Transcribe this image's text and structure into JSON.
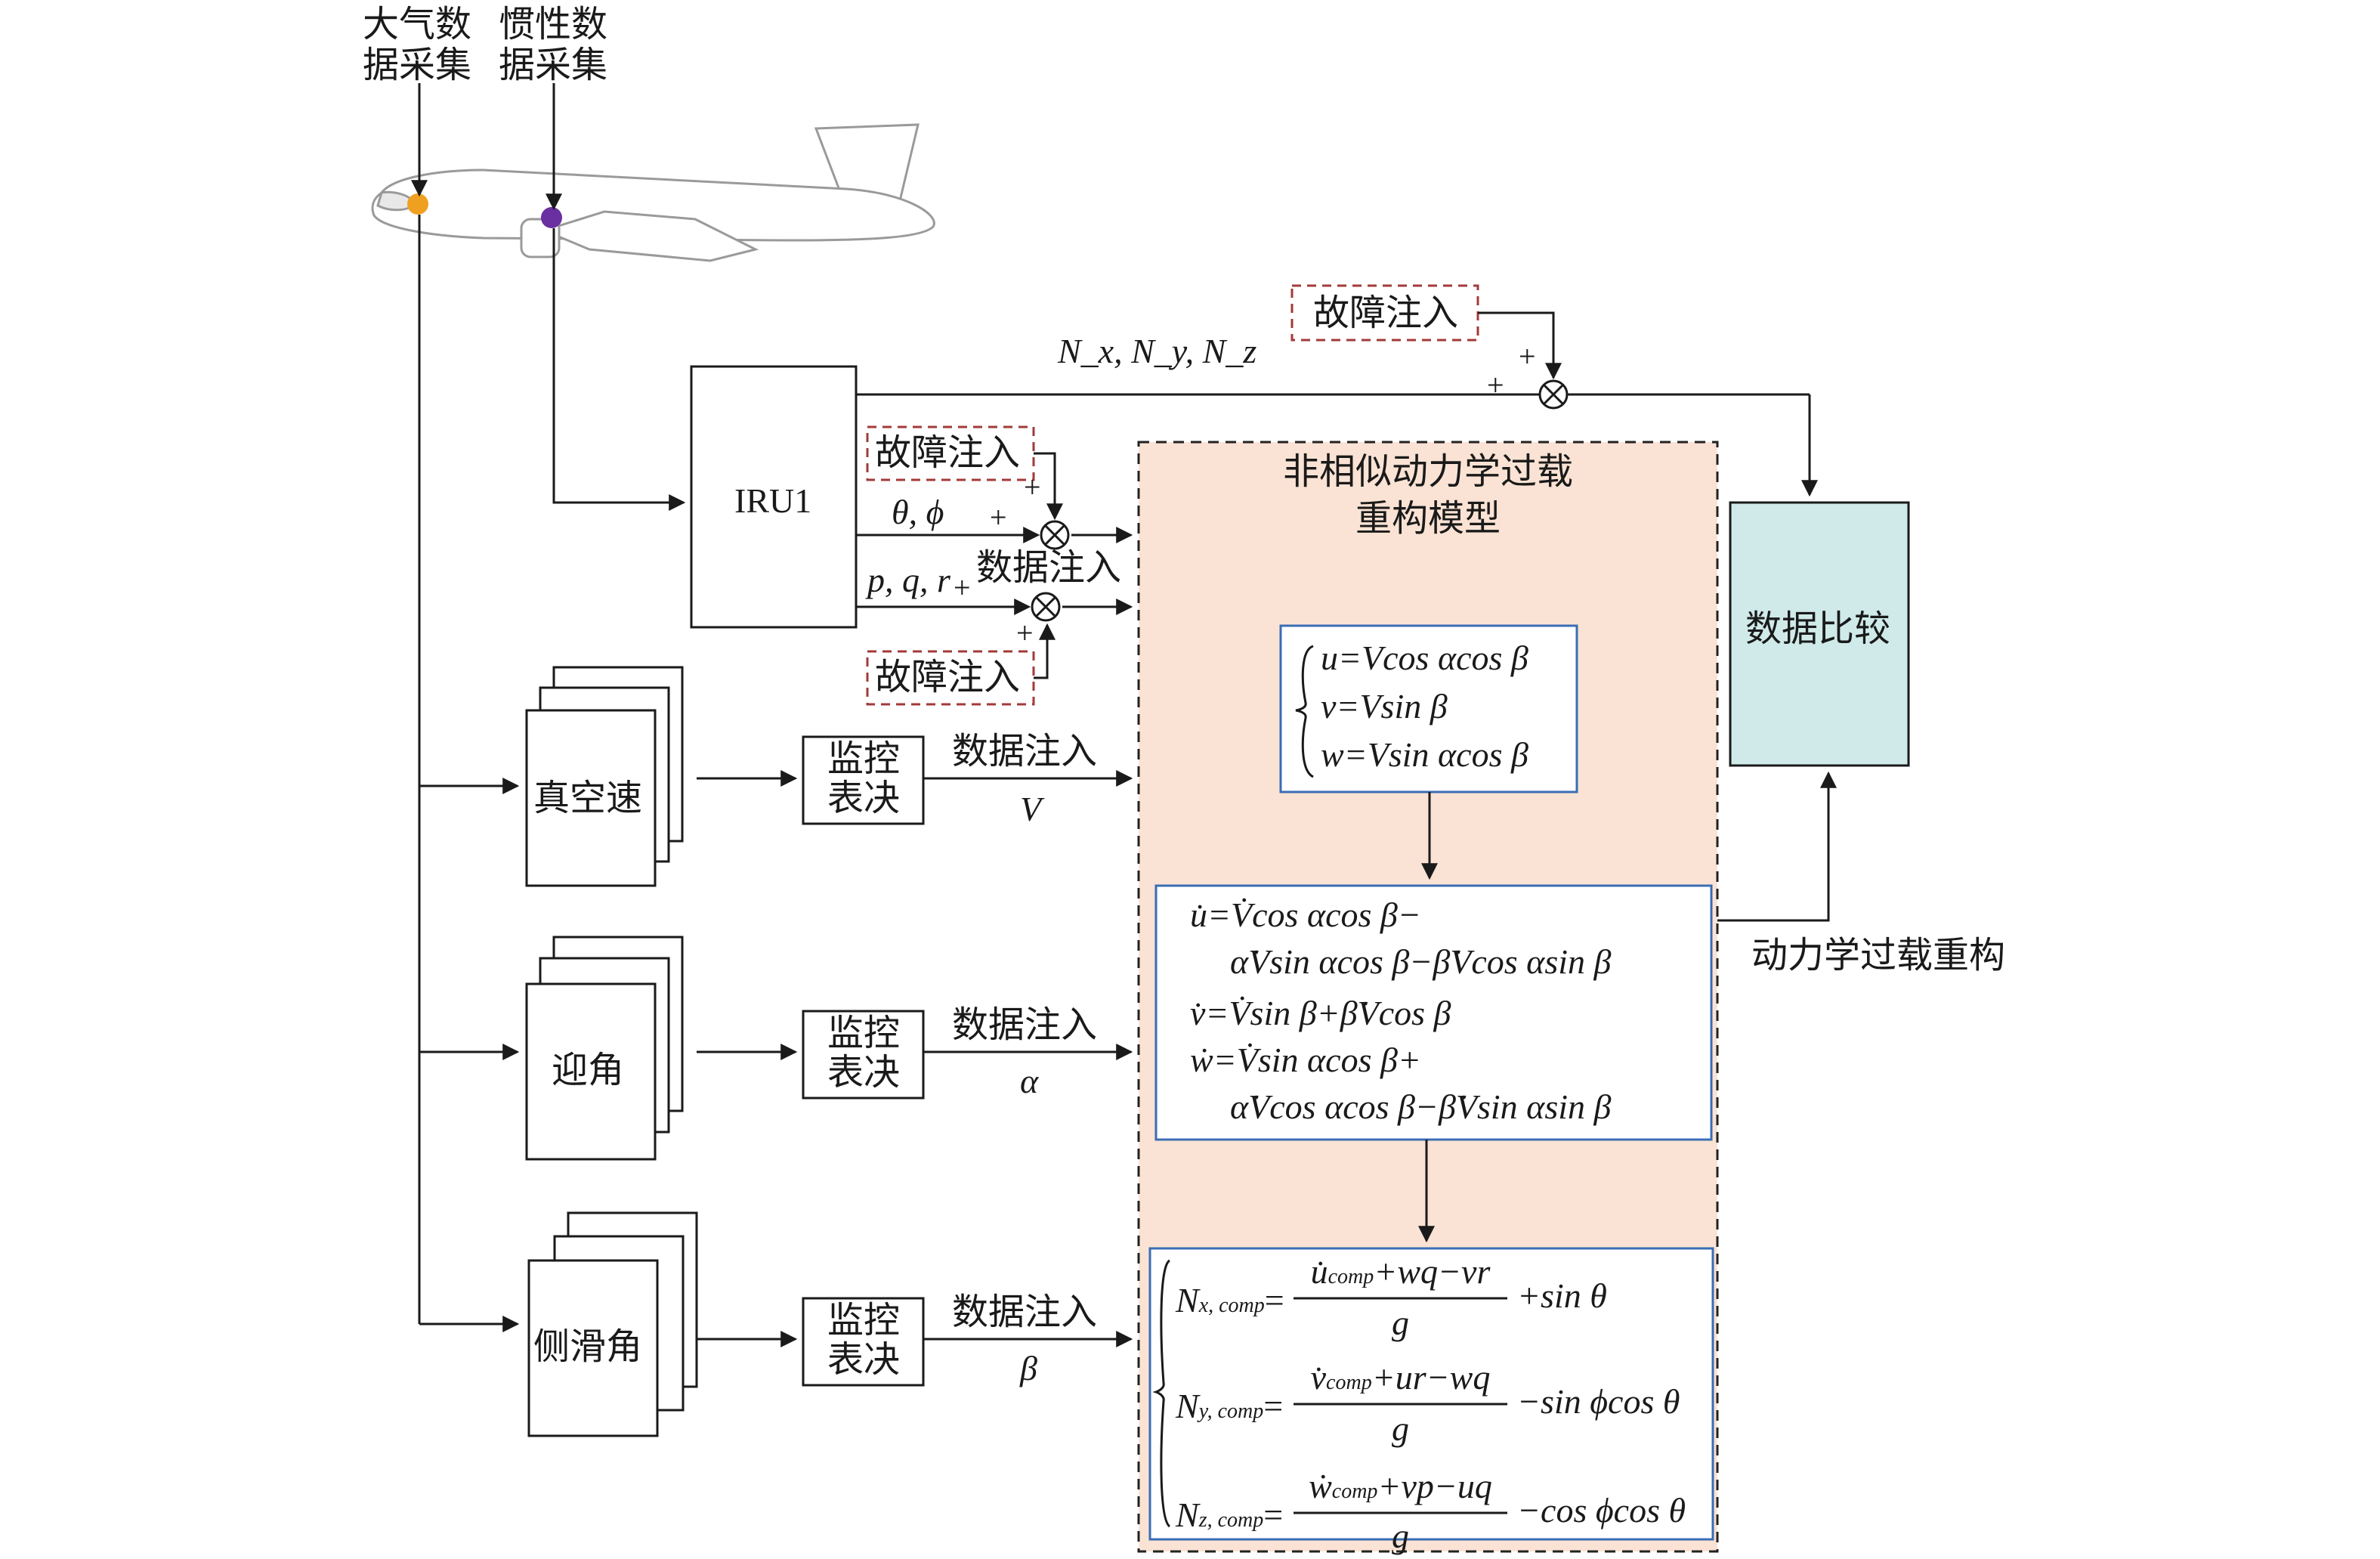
{
  "sources": {
    "air_data": "大气数\n据采集",
    "inertial_data": "惯性数\n据采集"
  },
  "iru": {
    "label": "IRU1"
  },
  "signals": {
    "loads": "N_x, N_y, N_z",
    "attitude": "θ, ϕ",
    "rates": "p, q, r"
  },
  "fault_injection_label": "故障注入",
  "data_injection_label": "数据注入",
  "sensors": [
    {
      "label": "真空速",
      "signal": "V"
    },
    {
      "label": "迎角",
      "signal": "α"
    },
    {
      "label": "侧滑角",
      "signal": "β"
    }
  ],
  "monitor_vote_label": "监控\n表决",
  "model": {
    "title": "非相似动力学过载\n重构模型"
  },
  "compare": {
    "label": "数据比较"
  },
  "reconstruct_label": "动力学过载重构",
  "equations": {
    "group1": [
      "u=Vcos αcos β",
      "v=Vsin β",
      "w=Vsin αcos β"
    ],
    "group2": [
      "u̇=V̇cos αcos β−",
      "α̇Vsin αcos β−β̇Vcos αsin β",
      "v̇=V̇sin β+β̇Vcos β",
      "ẇ=V̇sin αcos β+",
      "α̇Vcos αcos β−β̇Vsin αsin β"
    ],
    "group3": [
      {
        "lhs": "N",
        "lhs_sub": "x, comp",
        "num": "u̇",
        "num_sub": "comp",
        "num_rest": "+wq−vr",
        "den": "g",
        "rhs": "+sin θ"
      },
      {
        "lhs": "N",
        "lhs_sub": "y, comp",
        "num": "v̇",
        "num_sub": "comp",
        "num_rest": "+ur−wq",
        "den": "g",
        "rhs": "−sin ϕcos θ"
      },
      {
        "lhs": "N",
        "lhs_sub": "z, comp",
        "num": "ẇ",
        "num_sub": "comp",
        "num_rest": "+vp−uq",
        "den": "g",
        "rhs": "−cos ϕcos θ"
      }
    ]
  },
  "colors": {
    "model_fill": "#fae3d4",
    "compare_fill": "#cfeae9",
    "fault_border": "#a33a3a",
    "eq_border": "#3a6db5",
    "air_dot": "#f0a020",
    "inertial_dot": "#6a2fa0"
  }
}
